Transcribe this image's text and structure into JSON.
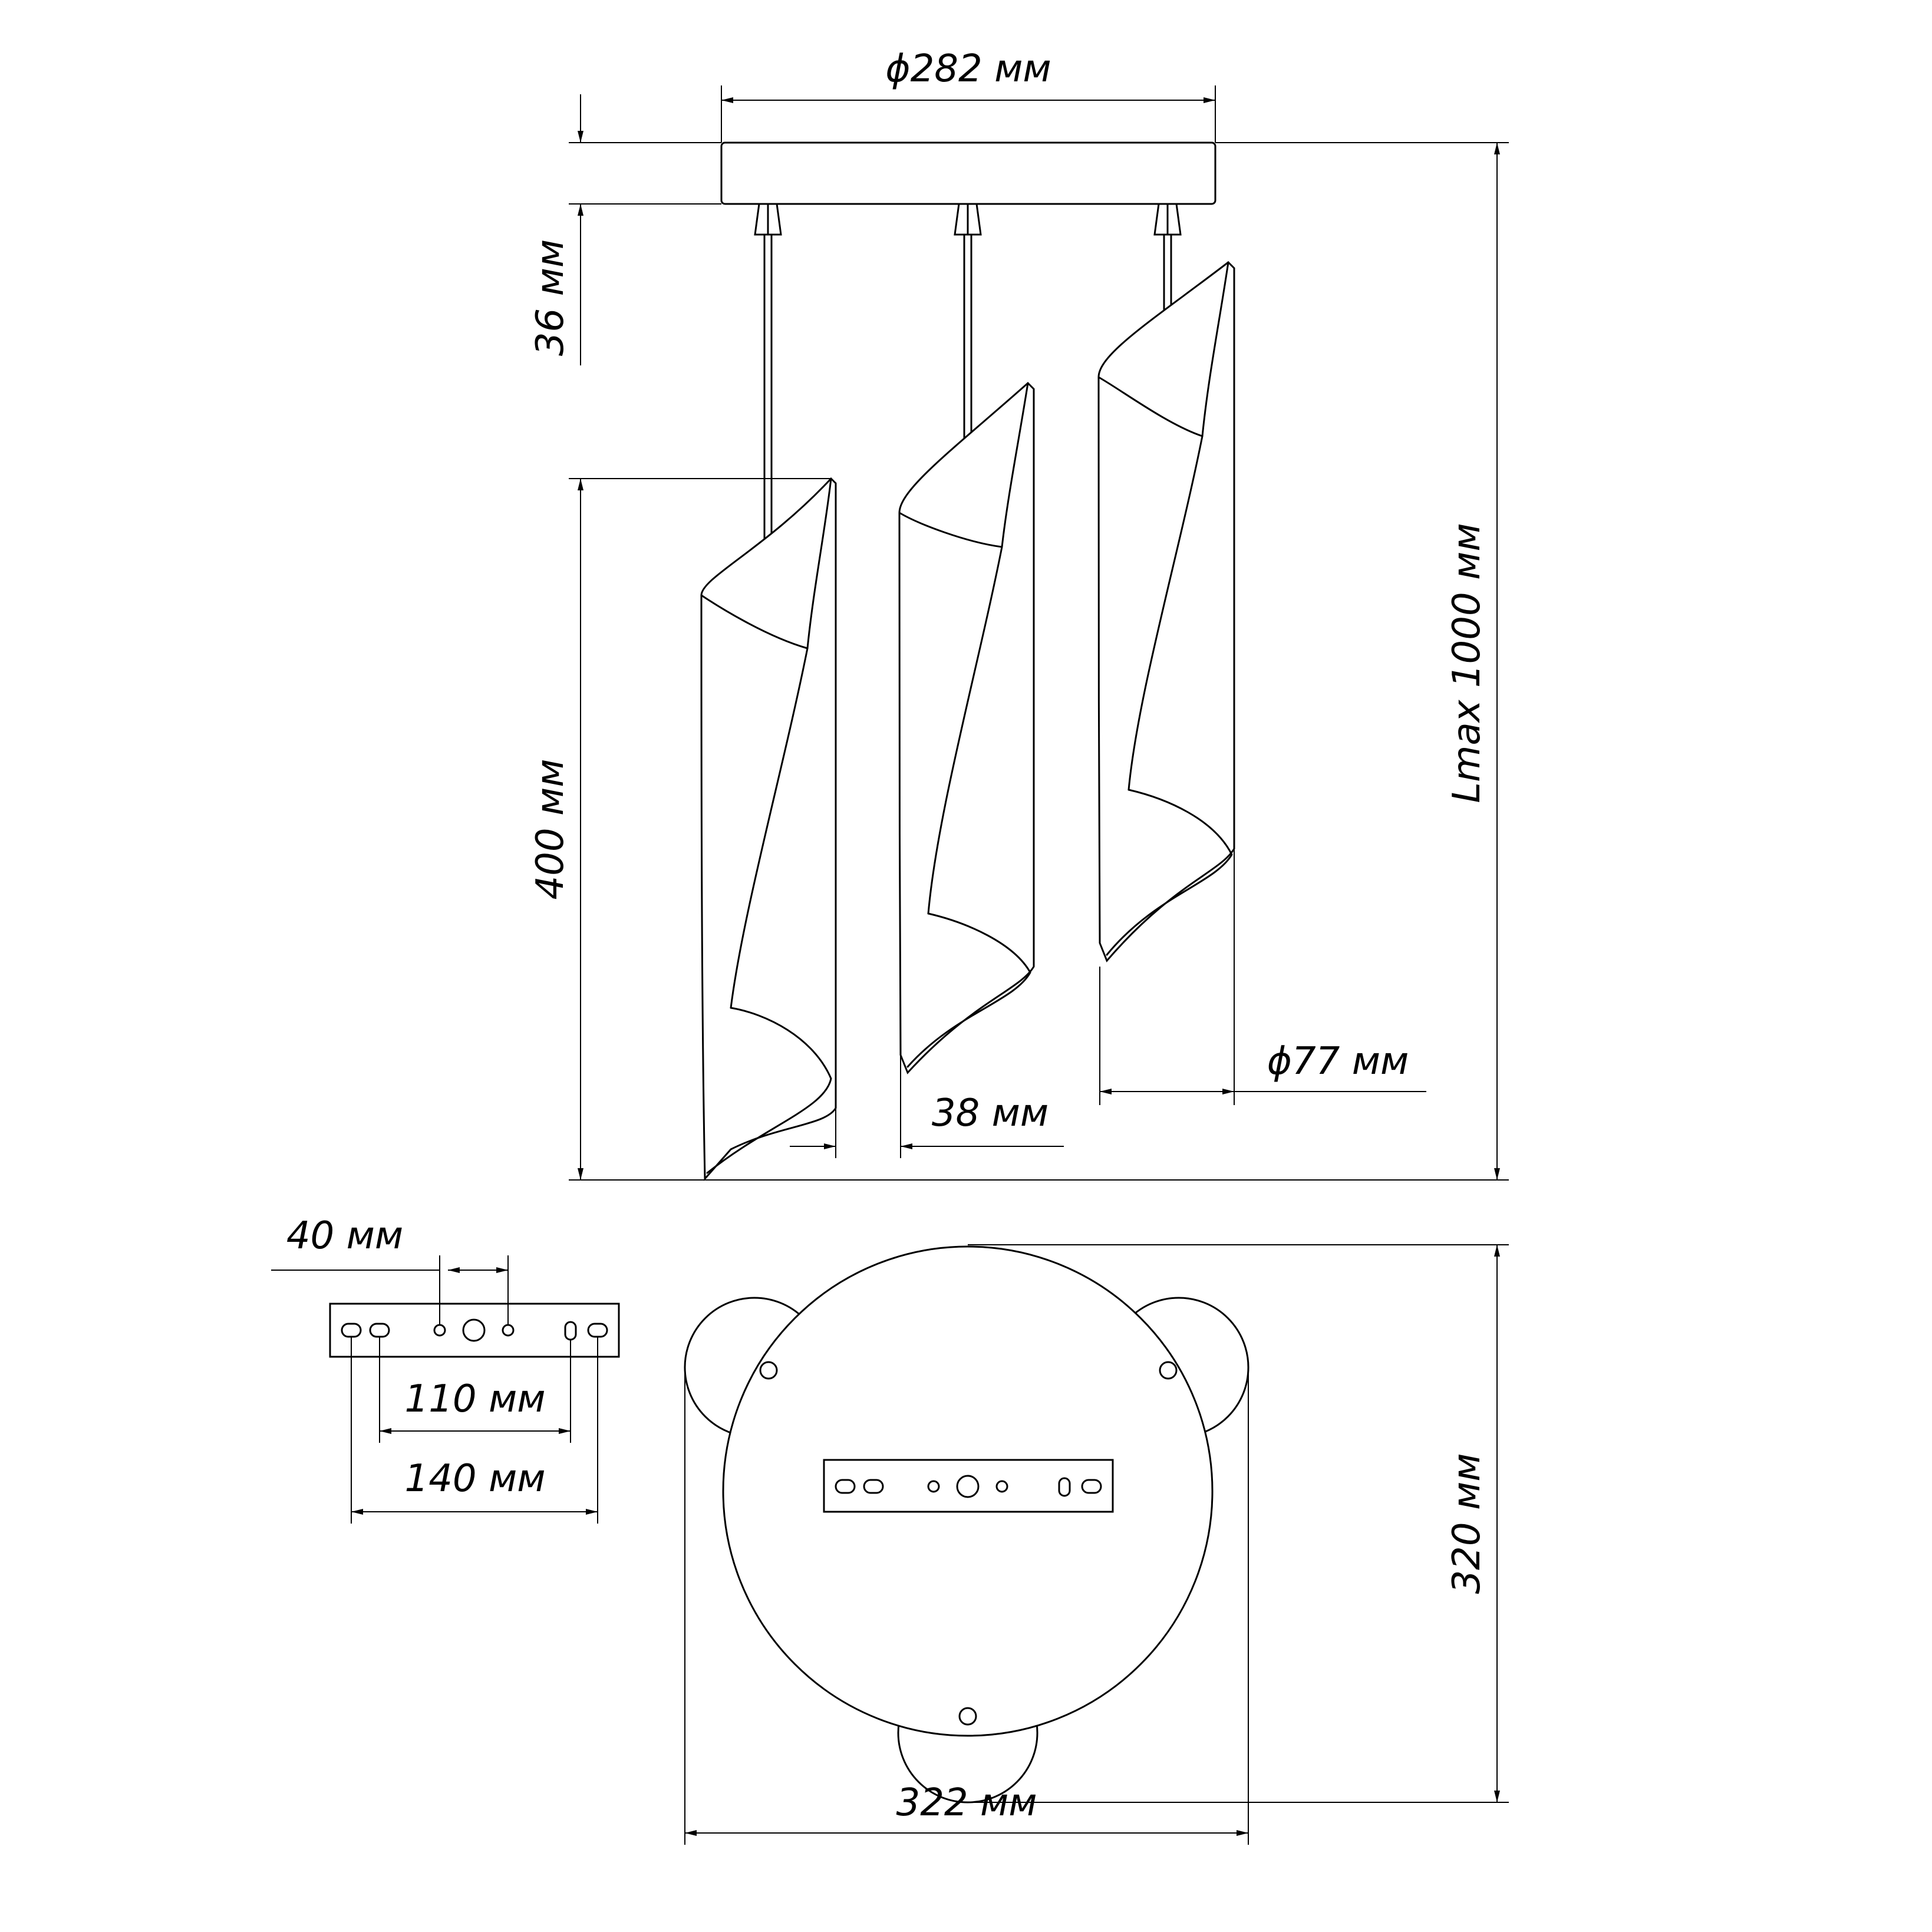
{
  "dimensions": {
    "canopy_diameter": "ϕ282 мм",
    "canopy_height": "36 мм",
    "max_length": "Lmax 1000 мм",
    "shade_height": "400 мм",
    "shade_gap": "38 мм",
    "shade_diameter": "ϕ77 мм",
    "bracket_center_holes": "40 мм",
    "bracket_inner_holes": "110 мм",
    "bracket_outer_holes": "140 мм",
    "top_view_width": "322 мм",
    "top_view_depth": "320 мм"
  }
}
